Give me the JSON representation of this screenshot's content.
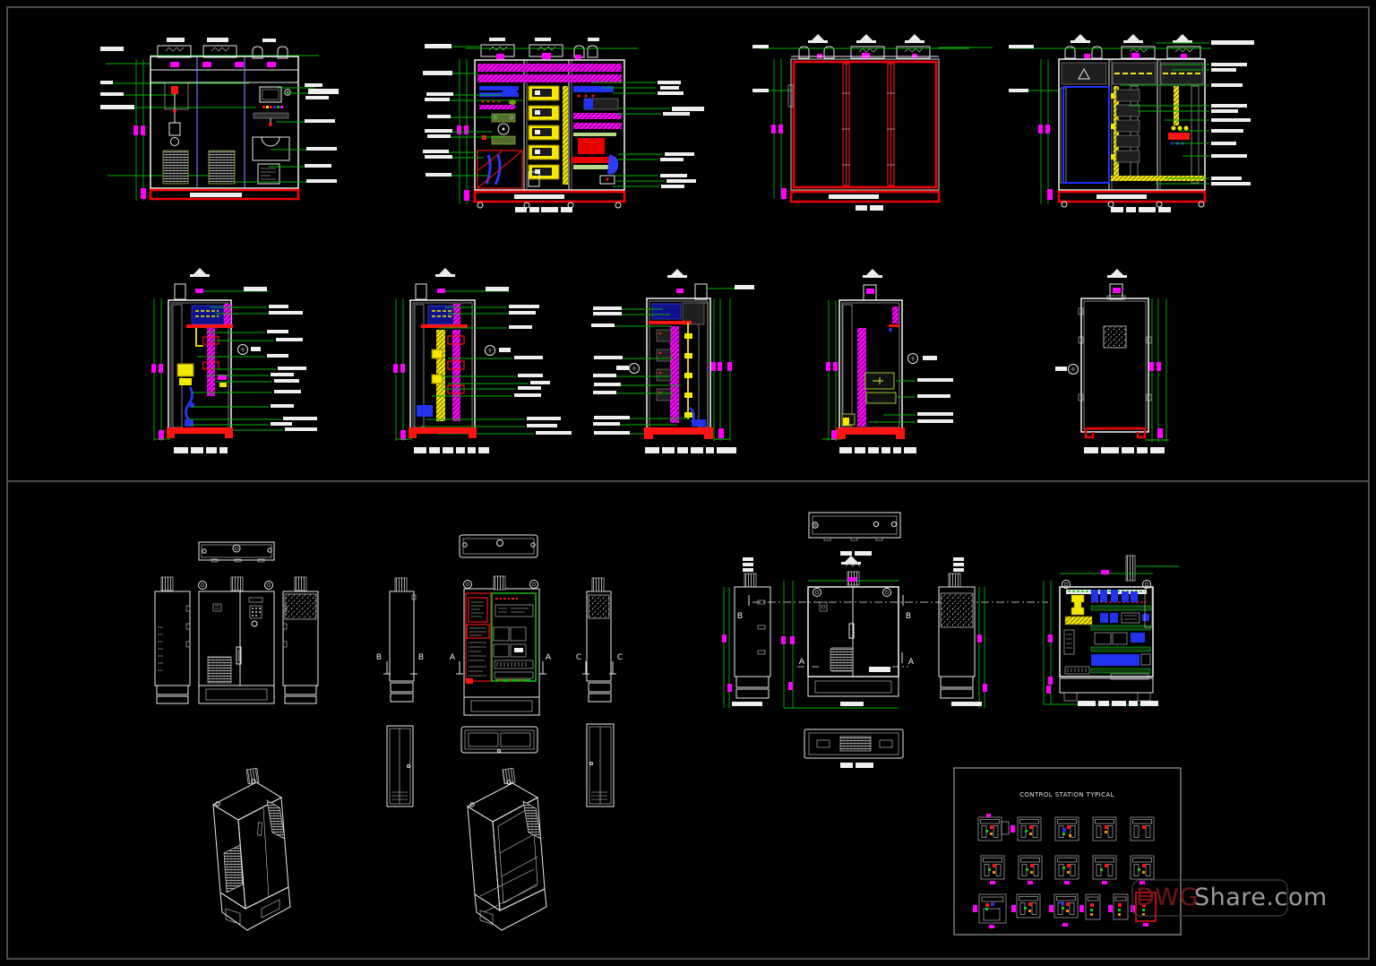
{
  "canvas": {
    "background": "#000000",
    "frame_color": "#4b4b4b"
  },
  "palette": {
    "line_white": "#e9e9e9",
    "dimension_green": "#00b400",
    "magenta": "#ff00ff",
    "red": "#ff1414",
    "yellow": "#f5e800",
    "blue": "#2233ee",
    "gray": "#9b9b9b",
    "watermark_red": "#6e1717"
  },
  "control_station": {
    "title": "CONTROL STATION TYPICAL"
  },
  "section_markers": {
    "a": "A",
    "b": "B",
    "c": "C"
  },
  "watermark": {
    "prefix": "DWG",
    "suffix": "Share.com"
  }
}
